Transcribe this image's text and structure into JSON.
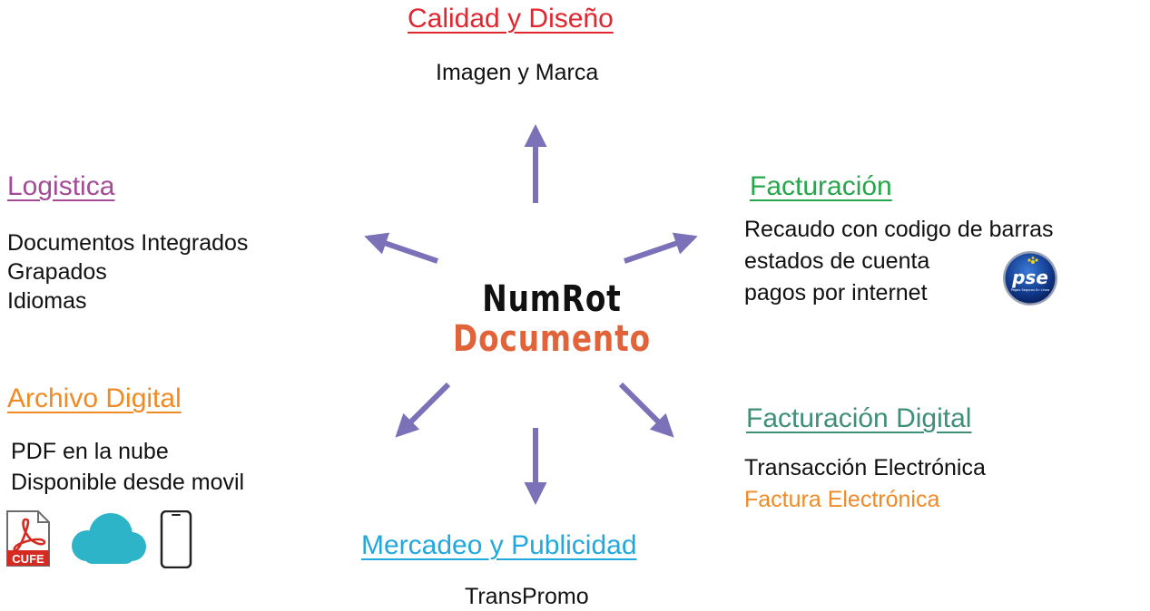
{
  "colors": {
    "arrow": "#7a71b9",
    "calidad": "#e0262f",
    "logistica": "#a34b96",
    "facturacion": "#27a64c",
    "archivo": "#f08a24",
    "facturacion_digital": "#3f8f78",
    "mercadeo": "#22a8dc",
    "factura_electronica": "#f08a24",
    "center_secondary": "#e0633a",
    "pdf_red": "#d42a22",
    "cloud": "#2eb4c8",
    "pse_blue": "#123a8c"
  },
  "center": {
    "line1": "NumRot",
    "line2": "Documento"
  },
  "calidad": {
    "title": "Calidad y Diseño",
    "items": [
      "Imagen y Marca"
    ]
  },
  "logistica": {
    "title": "Logistica",
    "items": [
      "Documentos Integrados",
      "Grapados",
      "Idiomas"
    ]
  },
  "facturacion": {
    "title": "Facturación",
    "items": [
      "Recaudo con codigo de barras",
      "estados de cuenta",
      "pagos por internet"
    ],
    "badge": {
      "logo_text": "pse",
      "small_text": "Pagos Seguros En Línea"
    }
  },
  "archivo": {
    "title": "Archivo Digital",
    "items": [
      "PDF en la nube",
      "Disponible desde movil"
    ],
    "icons": [
      "pdf-icon",
      "cloud-icon",
      "smartphone-icon"
    ],
    "pdf_label": "CUFE"
  },
  "facturacion_digital": {
    "title": "Facturación Digital",
    "items": [
      "Transacción Electrónica",
      "Factura Electrónica"
    ]
  },
  "mercadeo": {
    "title": "Mercadeo y Publicidad",
    "items": [
      "TransPromo"
    ]
  }
}
